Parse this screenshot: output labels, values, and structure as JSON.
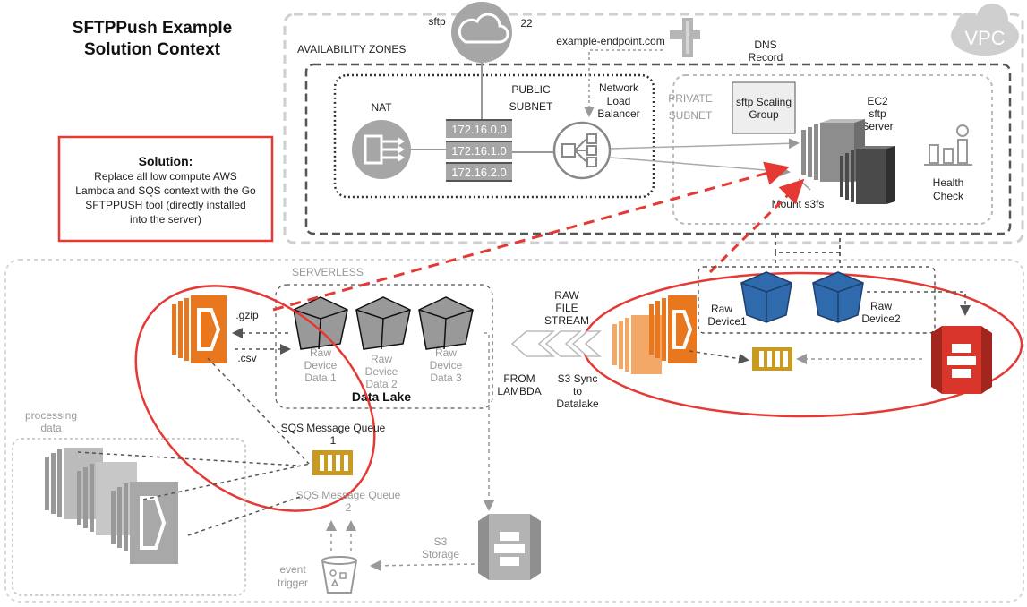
{
  "title": [
    "SFTPPush Example",
    "Solution Context"
  ],
  "solution": {
    "heading": "Solution:",
    "lines": [
      "Replace all low compute AWS",
      "Lambda and SQS context with the Go",
      "SFTPPUSH tool (directly  installed",
      "into the server)"
    ]
  },
  "vpc": {
    "badge": "VPC",
    "availability_zones": "AVAILABILITY ZONES",
    "sftp": "sftp",
    "port": "22",
    "endpoint": "example-endpoint.com",
    "dns": [
      "DNS",
      "Record"
    ],
    "nat": "NAT",
    "public_subnet": [
      "PUBLIC",
      "SUBNET"
    ],
    "cidrs": [
      "172.16.0.0",
      "172.16.1.0",
      "172.16.2.0"
    ],
    "nlb": [
      "Network",
      "Load",
      "Balancer"
    ],
    "private_subnet": [
      "PRIVATE",
      "SUBNET"
    ],
    "scaling_group": [
      "sftp Scaling",
      "Group"
    ],
    "ec2": [
      "EC2",
      "sftp",
      "Server"
    ],
    "health": [
      "Health",
      "Check"
    ],
    "mount": "Mount s3fs"
  },
  "serverless": {
    "label": "SERVERLESS",
    "gzip": ".gzip",
    "csv": ".csv",
    "data_lake": "Data Lake",
    "lake_items": [
      [
        "Raw",
        "Device",
        "Data 1"
      ],
      [
        "Raw",
        "Device",
        "Data 2"
      ],
      [
        "Raw",
        "Device",
        "Data 3"
      ]
    ],
    "raw_stream": [
      "RAW",
      "FILE",
      "STREAM"
    ],
    "from_lambda": [
      "FROM",
      "LAMBDA"
    ],
    "s3_sync": [
      "S3 Sync",
      "to",
      "Datalake"
    ],
    "devices": [
      [
        "Raw",
        "Device1"
      ],
      [
        "Raw",
        "Device2"
      ]
    ],
    "queue1": [
      "SQS Message Queue",
      "1"
    ],
    "queue2": [
      "SQS Message Queue",
      "2"
    ],
    "processing": [
      "processing",
      "data"
    ],
    "s3_storage": [
      "S3",
      "Storage"
    ],
    "event_trigger": [
      "event",
      "trigger"
    ]
  },
  "colors": {
    "accent_red": "#e53935",
    "lambda_orange": "#e8771e",
    "s3_red": "#d9352b",
    "sqs_gold": "#c99a22",
    "device_blue": "#2f6aad",
    "grey_icon": "#9a9a9a"
  }
}
